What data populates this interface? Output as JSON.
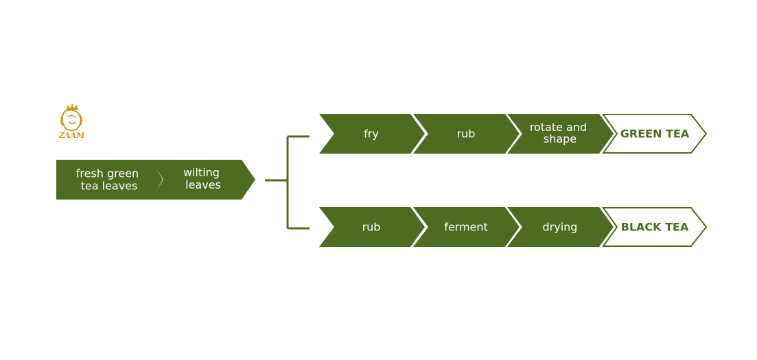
{
  "colors": {
    "green": "#4f6b1f",
    "white": "#ffffff",
    "gold": "#c99a16"
  },
  "logo": {
    "text": "ZAAM",
    "icon": "lion-with-crown-icon"
  },
  "start_steps": [
    {
      "lines": [
        "fresh green",
        "tea leaves"
      ]
    },
    {
      "lines": [
        "wilting",
        "leaves"
      ]
    }
  ],
  "branches": [
    {
      "steps": [
        {
          "lines": [
            "fry"
          ]
        },
        {
          "lines": [
            "rub"
          ]
        },
        {
          "lines": [
            "rotate and",
            "shape"
          ]
        }
      ],
      "result": "GREEN TEA"
    },
    {
      "steps": [
        {
          "lines": [
            "rub"
          ]
        },
        {
          "lines": [
            "ferment"
          ]
        },
        {
          "lines": [
            "drying"
          ]
        }
      ],
      "result": "BLACK TEA"
    }
  ]
}
